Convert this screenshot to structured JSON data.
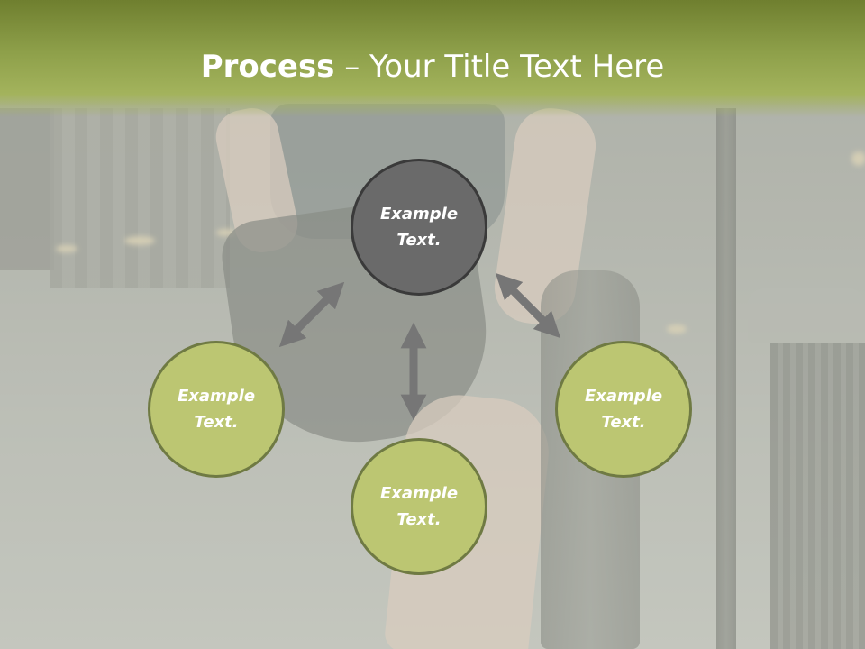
{
  "slide": {
    "title_bold": "Process",
    "title_rest": " – Your Title Text Here"
  },
  "nodes": {
    "top": {
      "label": "Example Text.",
      "lines": [
        "Example",
        "Text."
      ]
    },
    "left": {
      "label": "Example Text.",
      "lines": [
        "Example",
        "Text."
      ]
    },
    "bottom": {
      "label": "Example Text.",
      "lines": [
        "Example",
        "Text."
      ]
    },
    "right": {
      "label": "Example Text.",
      "lines": [
        "Example",
        "Text."
      ]
    }
  },
  "colors": {
    "header": "#8ea04a",
    "node_fill": "#bcc672",
    "node_border": "#6f7a43",
    "node_dark": "#6a6a6a",
    "arrow": "#7a7a7a"
  }
}
